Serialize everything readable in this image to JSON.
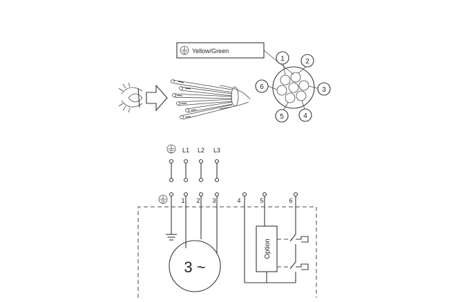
{
  "cable_callout": {
    "label": "Yellow/Green",
    "earth_symbol": "earth-ground-icon"
  },
  "core_numbers": [
    "1",
    "2",
    "3",
    "4",
    "5",
    "6"
  ],
  "supply_labels": [
    "L1",
    "L2",
    "L3"
  ],
  "terminal_numbers": [
    "1",
    "2",
    "3",
    "4",
    "5",
    "6"
  ],
  "motor_label": "3 ~",
  "option_label": "Option",
  "icons": {
    "viewer": "eye-icon",
    "direction": "arrow-right-icon",
    "earth": "earth-ground-icon"
  }
}
